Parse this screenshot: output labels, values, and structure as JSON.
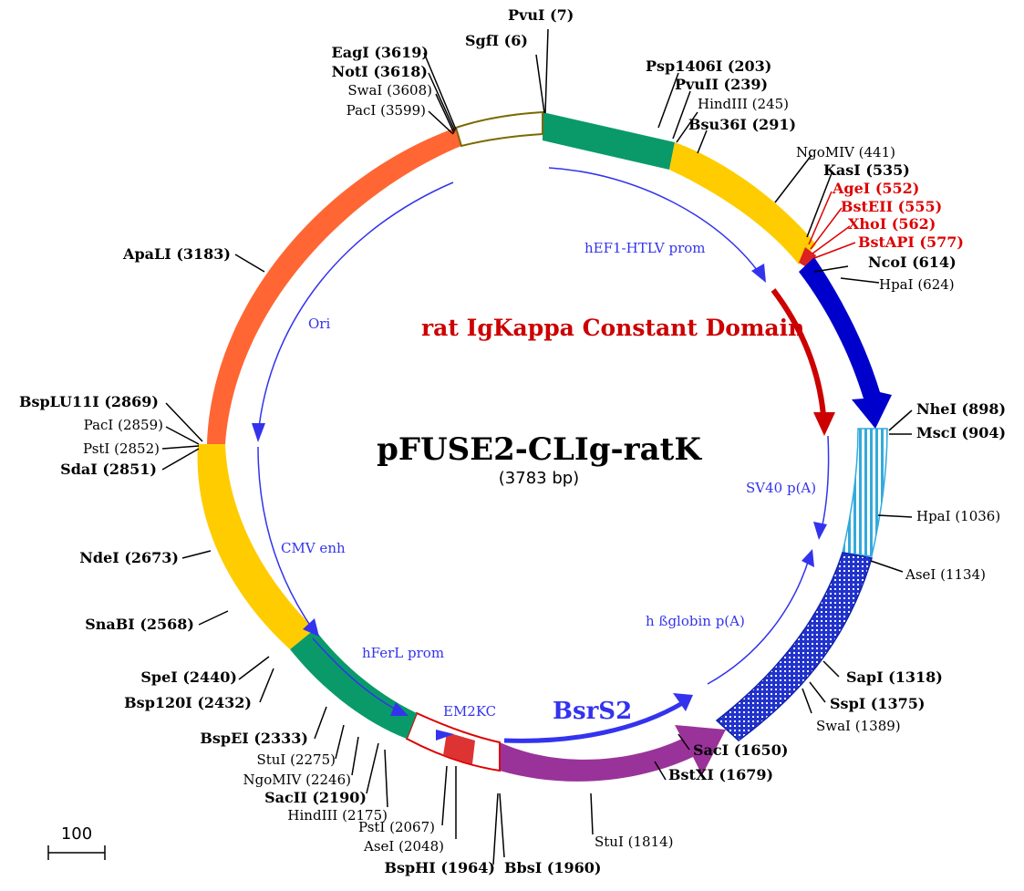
{
  "plasmid": {
    "name": "pFUSE2-CLIg-ratK",
    "size_label": "(3783 bp)",
    "total_bp": 3783
  },
  "gene_label": "rat IgKappa Constant Domain",
  "scale_label": "100",
  "colors": {
    "green": "#0a9a6a",
    "yellow": "#ffcc00",
    "orange": "#ff6633",
    "blue": "#0000cc",
    "cyan": "#33aadd",
    "purple": "#993399",
    "red": "#cc0000",
    "olive": "#7a6a00",
    "feature_text": "#3333ee",
    "site_red": "#dd0000"
  },
  "features": [
    {
      "name": "hEF1-HTLV prom"
    },
    {
      "name": "Ori"
    },
    {
      "name": "CMV enh"
    },
    {
      "name": "hFerL prom"
    },
    {
      "name": "EM2KC"
    },
    {
      "name": "BsrS2"
    },
    {
      "name": "h ßglobin p(A)"
    },
    {
      "name": "SV40 p(A)"
    }
  ],
  "sites": [
    {
      "name": "PvuI",
      "pos": "(7)",
      "bold": true,
      "red": false
    },
    {
      "name": "SgfI",
      "pos": "(6)",
      "bold": true,
      "red": false
    },
    {
      "name": "Psp1406I",
      "pos": "(203)",
      "bold": true,
      "red": false
    },
    {
      "name": "PvuII",
      "pos": "(239)",
      "bold": true,
      "red": false
    },
    {
      "name": "HindIII",
      "pos": "(245)",
      "bold": false,
      "red": false
    },
    {
      "name": "Bsu36I",
      "pos": "(291)",
      "bold": true,
      "red": false
    },
    {
      "name": "NgoMIV",
      "pos": "(441)",
      "bold": false,
      "red": false
    },
    {
      "name": "KasI",
      "pos": "(535)",
      "bold": true,
      "red": false
    },
    {
      "name": "AgeI",
      "pos": "(552)",
      "bold": true,
      "red": true
    },
    {
      "name": "BstEII",
      "pos": "(555)",
      "bold": true,
      "red": true
    },
    {
      "name": "XhoI",
      "pos": "(562)",
      "bold": true,
      "red": true
    },
    {
      "name": "BstAPI",
      "pos": "(577)",
      "bold": true,
      "red": true
    },
    {
      "name": "NcoI",
      "pos": "(614)",
      "bold": true,
      "red": false
    },
    {
      "name": "HpaI",
      "pos": "(624)",
      "bold": false,
      "red": false
    },
    {
      "name": "NheI",
      "pos": "(898)",
      "bold": true,
      "red": false
    },
    {
      "name": "MscI",
      "pos": "(904)",
      "bold": true,
      "red": false
    },
    {
      "name": "HpaI",
      "pos": "(1036)",
      "bold": false,
      "red": false
    },
    {
      "name": "AseI",
      "pos": "(1134)",
      "bold": false,
      "red": false
    },
    {
      "name": "SapI",
      "pos": "(1318)",
      "bold": true,
      "red": false
    },
    {
      "name": "SspI",
      "pos": "(1375)",
      "bold": true,
      "red": false
    },
    {
      "name": "SwaI",
      "pos": "(1389)",
      "bold": false,
      "red": false
    },
    {
      "name": "SacI",
      "pos": "(1650)",
      "bold": true,
      "red": false
    },
    {
      "name": "BstXI",
      "pos": "(1679)",
      "bold": true,
      "red": false
    },
    {
      "name": "StuI",
      "pos": "(1814)",
      "bold": false,
      "red": false
    },
    {
      "name": "BbsI",
      "pos": "(1960)",
      "bold": true,
      "red": false
    },
    {
      "name": "BspHI",
      "pos": "(1964)",
      "bold": true,
      "red": false
    },
    {
      "name": "AseI",
      "pos": "(2048)",
      "bold": false,
      "red": false
    },
    {
      "name": "PstI",
      "pos": "(2067)",
      "bold": false,
      "red": false
    },
    {
      "name": "HindIII",
      "pos": "(2175)",
      "bold": false,
      "red": false
    },
    {
      "name": "SacII",
      "pos": "(2190)",
      "bold": true,
      "red": false
    },
    {
      "name": "NgoMIV",
      "pos": "(2246)",
      "bold": false,
      "red": false
    },
    {
      "name": "StuI",
      "pos": "(2275)",
      "bold": false,
      "red": false
    },
    {
      "name": "BspEI",
      "pos": "(2333)",
      "bold": true,
      "red": false
    },
    {
      "name": "Bsp120I",
      "pos": "(2432)",
      "bold": true,
      "red": false
    },
    {
      "name": "SpeI",
      "pos": "(2440)",
      "bold": true,
      "red": false
    },
    {
      "name": "SnaBI",
      "pos": "(2568)",
      "bold": true,
      "red": false
    },
    {
      "name": "NdeI",
      "pos": "(2673)",
      "bold": true,
      "red": false
    },
    {
      "name": "SdaI",
      "pos": "(2851)",
      "bold": true,
      "red": false
    },
    {
      "name": "PstI",
      "pos": "(2852)",
      "bold": false,
      "red": false
    },
    {
      "name": "PacI",
      "pos": "(2859)",
      "bold": false,
      "red": false
    },
    {
      "name": "BspLU11I",
      "pos": "(2869)",
      "bold": true,
      "red": false
    },
    {
      "name": "ApaLI",
      "pos": "(3183)",
      "bold": true,
      "red": false
    },
    {
      "name": "PacI",
      "pos": "(3599)",
      "bold": false,
      "red": false
    },
    {
      "name": "SwaI",
      "pos": "(3608)",
      "bold": false,
      "red": false
    },
    {
      "name": "NotI",
      "pos": "(3618)",
      "bold": true,
      "red": false
    },
    {
      "name": "EagI",
      "pos": "(3619)",
      "bold": true,
      "red": false
    }
  ]
}
